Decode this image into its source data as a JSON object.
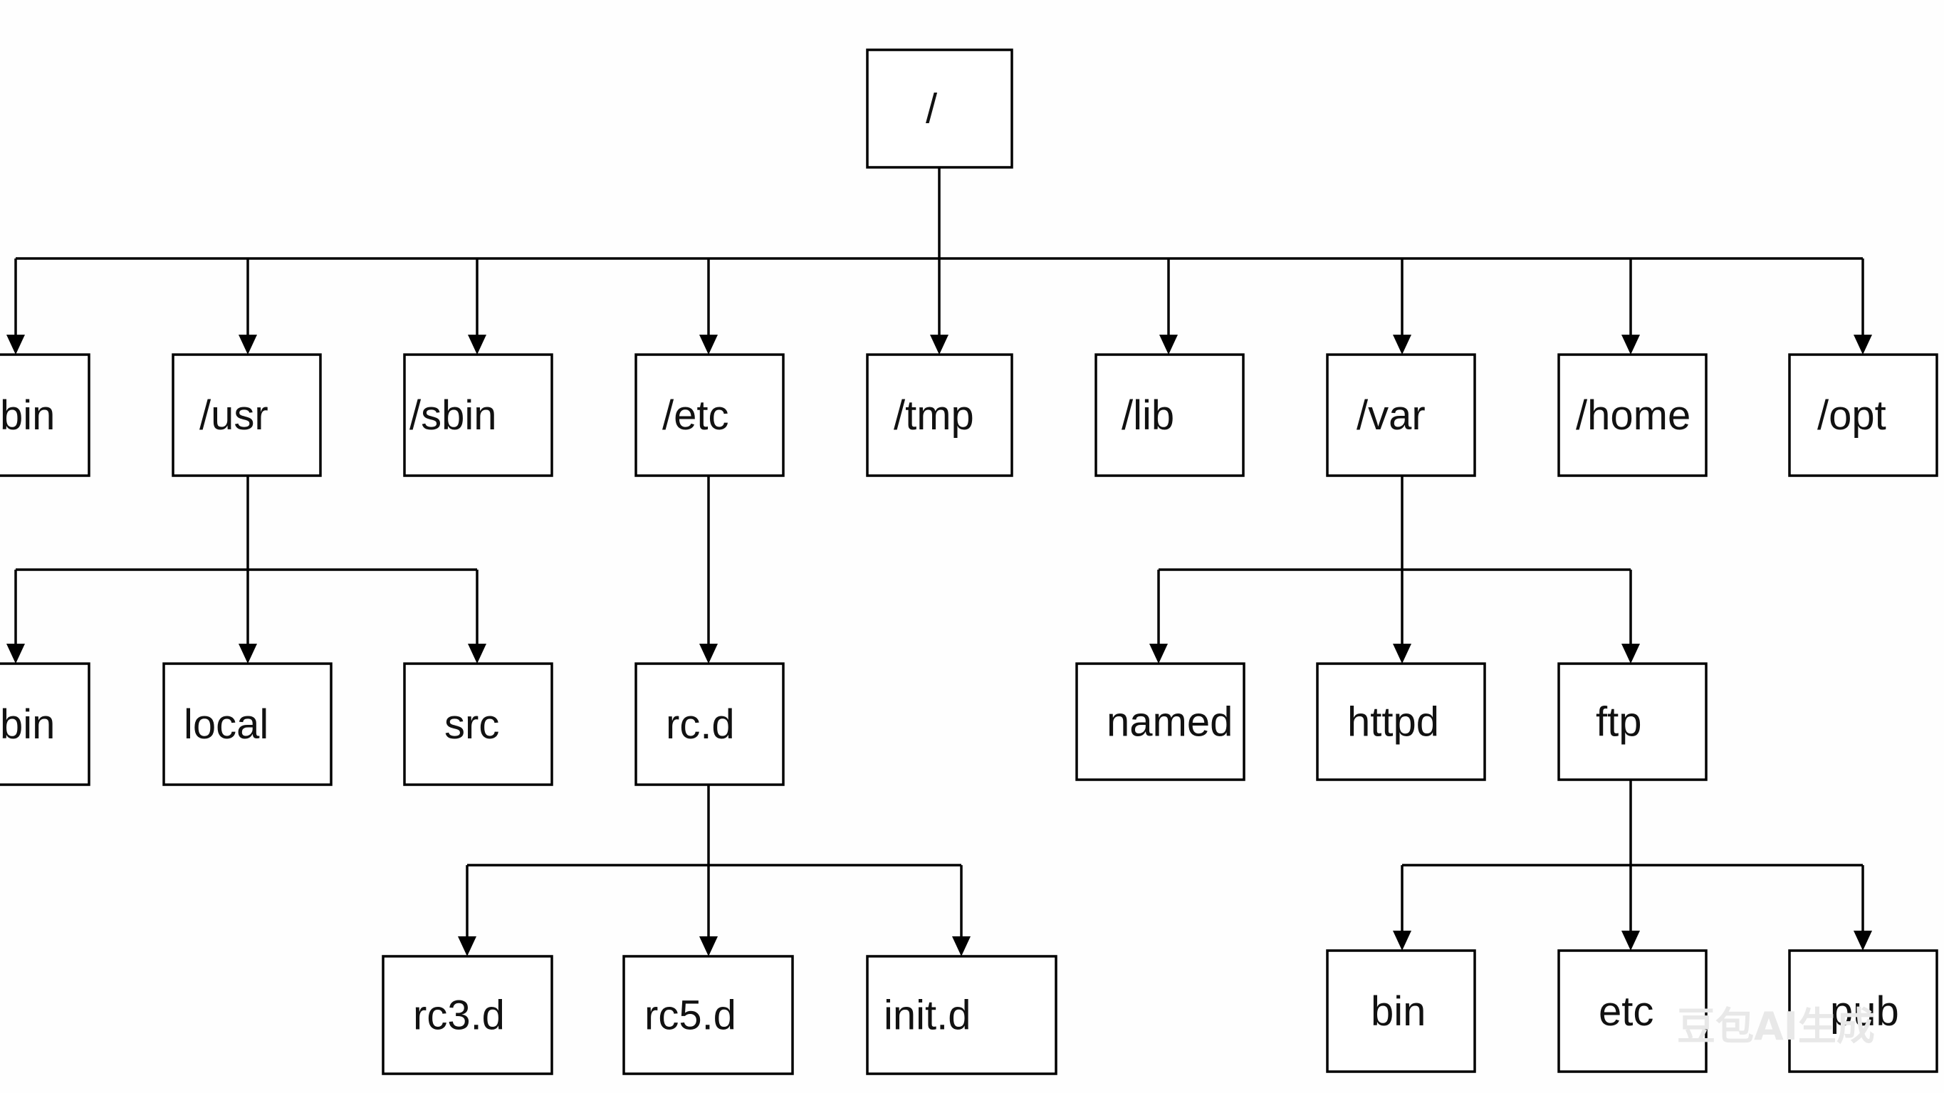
{
  "tree": {
    "root": "/",
    "level1": [
      "bin",
      "/usr",
      "/sbin",
      "/etc",
      "/tmp",
      "/lib",
      "/var",
      "/home",
      "/opt"
    ],
    "usr_children": [
      "bin",
      "local",
      "src"
    ],
    "etc_children": [
      "rc.d"
    ],
    "rcd_children": [
      "rc3.d",
      "rc5.d",
      "init.d"
    ],
    "var_children": [
      "named",
      "httpd",
      "ftp"
    ],
    "ftp_children": [
      "bin",
      "etc",
      "pub"
    ]
  },
  "watermark": "豆包AI生成"
}
